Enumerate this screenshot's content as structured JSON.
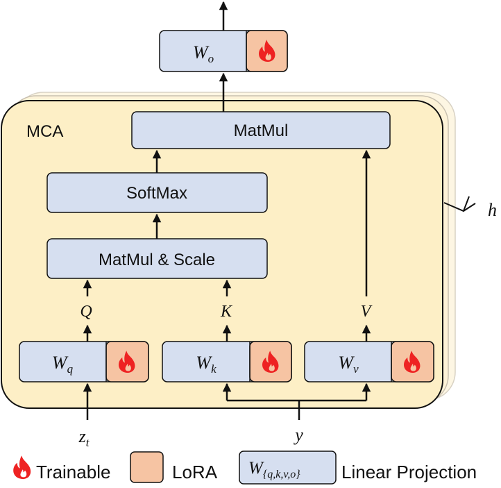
{
  "colors": {
    "panel_fill": "#fdefc6",
    "panel_back_fill": "#fdf6e3",
    "box_fill": "#d6dff0",
    "lora_fill": "#f6c4a3",
    "flame": "#ee2222",
    "stroke": "#111111"
  },
  "mca_label": "MCA",
  "heads_label": "h",
  "blocks": {
    "matmul": "MatMul",
    "softmax": "SoftMax",
    "matmul_scale": "MatMul & Scale"
  },
  "weights": {
    "wo": {
      "base": "W",
      "sub": "o"
    },
    "wq": {
      "base": "W",
      "sub": "q"
    },
    "wk": {
      "base": "W",
      "sub": "k"
    },
    "wv": {
      "base": "W",
      "sub": "v"
    }
  },
  "signals": {
    "q": "Q",
    "k": "K",
    "v": "V",
    "zt_base": "z",
    "zt_sub": "t",
    "y": "y"
  },
  "legend": {
    "trainable": "Trainable",
    "lora": "LoRA",
    "w_base": "W",
    "w_sub": "{q,k,v,o}",
    "linear_projection": "Linear Projection"
  },
  "icons": {
    "flame": "flame-icon"
  }
}
